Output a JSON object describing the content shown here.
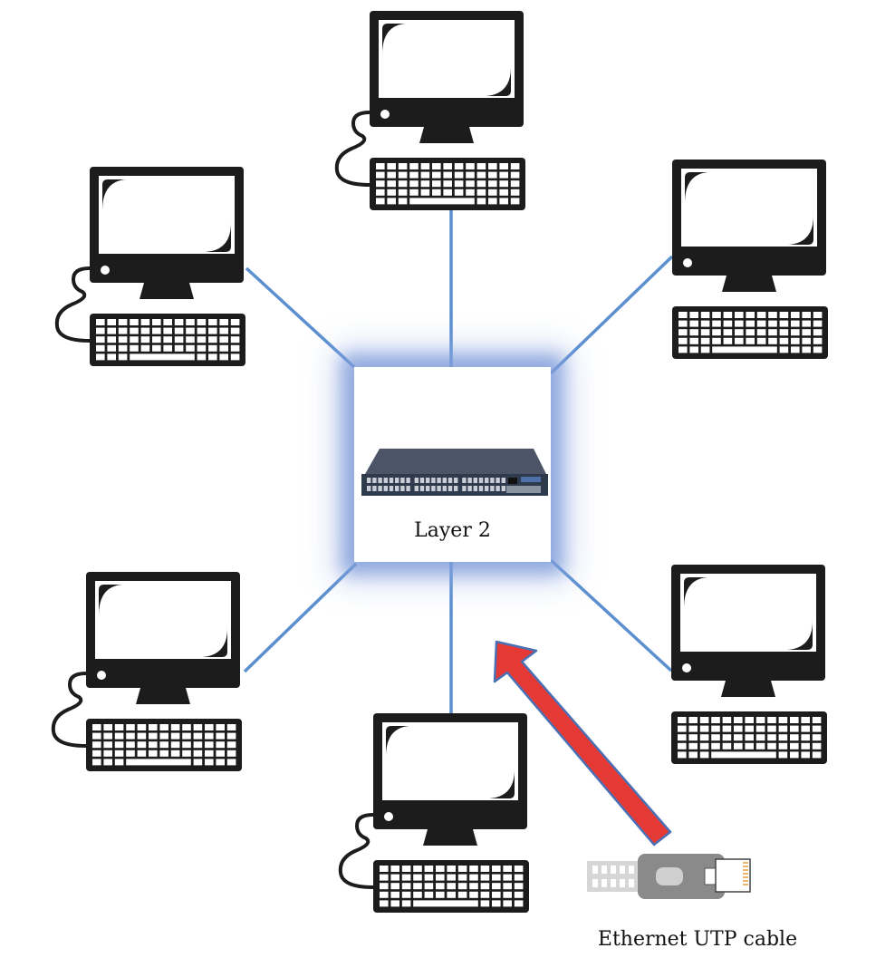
{
  "diagram": {
    "type": "star-topology-network",
    "center_node": {
      "label": "Layer 2",
      "device": "network-switch",
      "port_count_visible": 48
    },
    "nodes": [
      {
        "id": "pc-top",
        "device": "desktop-computer",
        "has_keyboard_cable": true
      },
      {
        "id": "pc-upper-left",
        "device": "desktop-computer",
        "has_keyboard_cable": true
      },
      {
        "id": "pc-upper-right",
        "device": "desktop-computer",
        "has_keyboard_cable": false
      },
      {
        "id": "pc-lower-left",
        "device": "desktop-computer",
        "has_keyboard_cable": true
      },
      {
        "id": "pc-bottom",
        "device": "desktop-computer",
        "has_keyboard_cable": true
      },
      {
        "id": "pc-lower-right",
        "device": "desktop-computer",
        "has_keyboard_cable": false
      }
    ],
    "edges": [
      {
        "from": "pc-top",
        "to": "switch"
      },
      {
        "from": "pc-upper-left",
        "to": "switch"
      },
      {
        "from": "pc-upper-right",
        "to": "switch"
      },
      {
        "from": "pc-lower-left",
        "to": "switch"
      },
      {
        "from": "pc-bottom",
        "to": "switch"
      },
      {
        "from": "pc-lower-right",
        "to": "switch"
      }
    ],
    "annotation": {
      "label": "Ethernet UTP cable",
      "icon": "rj45-connector-icon",
      "arrow_target": "switch-to-pc-bottom link"
    },
    "colors": {
      "link": "#5b8fd0",
      "glow": "#7f9bdc",
      "arrow": "#e53935",
      "arrow_outline": "#4a6fb5",
      "computer": "#1c1c1c",
      "switch_body": "#3b4658"
    }
  }
}
